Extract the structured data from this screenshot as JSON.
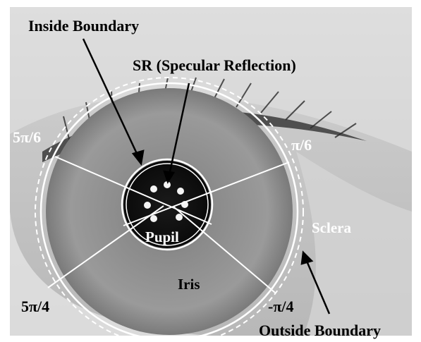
{
  "labels": {
    "inside_boundary": "Inside Boundary",
    "specular_reflection": "SR (Specular Reflection)",
    "pupil": "Pupil",
    "iris": "Iris",
    "sclera": "Sclera",
    "outside_boundary": "Outside Boundary",
    "angle_5pi_6": "5π/6",
    "angle_pi_6": "π/6",
    "angle_5pi_4": "5π/4",
    "angle_neg_pi_4": "-π/4"
  },
  "colors": {
    "background": "#ffffff",
    "photo_light": "#d9d9d9",
    "skin": "#c6c6c6",
    "iris": "#8e8e8e",
    "pupil": "#161616",
    "boundary": "#ffffff",
    "text_dark": "#000000",
    "text_light": "#ffffff"
  }
}
